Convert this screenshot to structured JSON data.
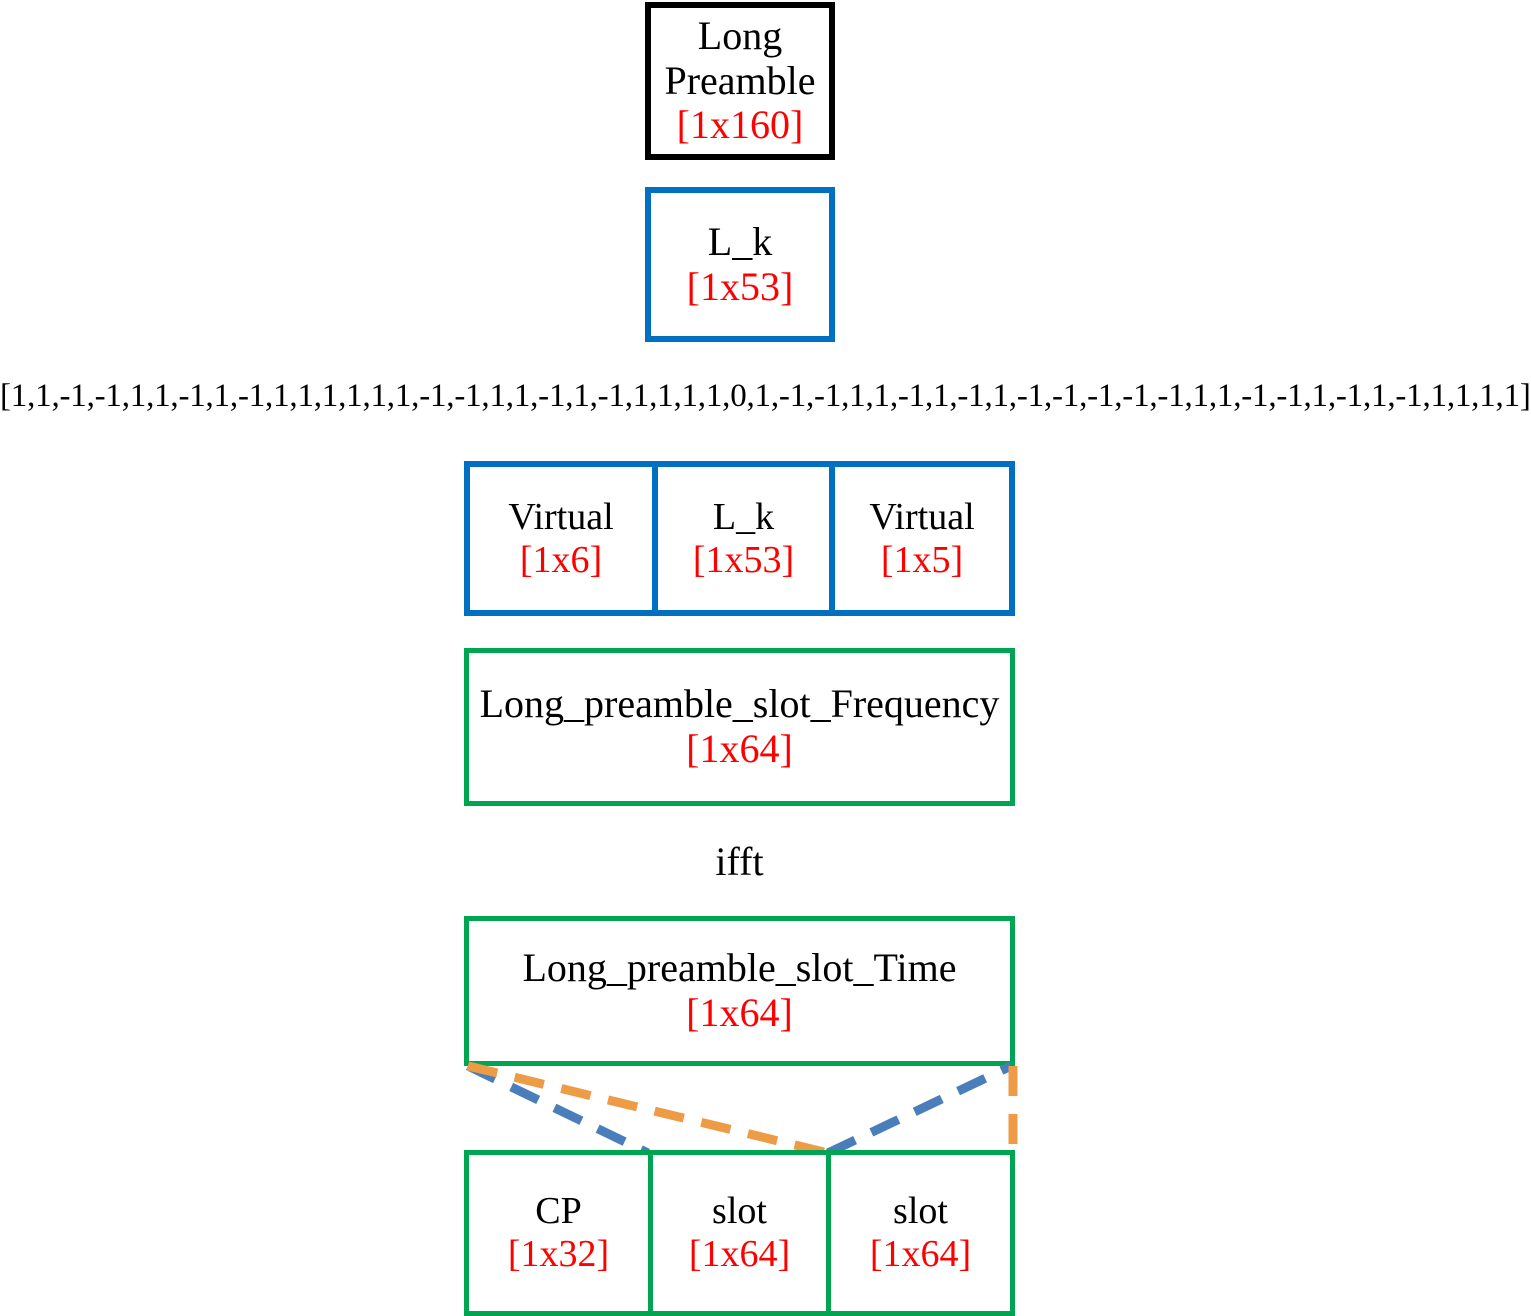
{
  "diagram": {
    "title_sequence": "[1,1,-1,-1,1,1,-1,1,-1,1,1,1,1,1,1,-1,-1,1,1,-1,1,-1,1,1,1,1,0,1,-1,-1,1,1,-1,1,-1,1,-1,-1,-1,-1,-1,1,1,-1,-1,1,-1,1,-1,1,1,1,1]",
    "colors": {
      "black": "#000000",
      "blue": "#0270C0",
      "green": "#00A551",
      "red": "#FF0000",
      "orange": "#ED9B45",
      "dashed_blue": "#4A7EBB"
    },
    "long_preamble": {
      "label": "Long\nPreamble",
      "label_line1": "Long",
      "label_line2": "Preamble",
      "dim": "[1x160]"
    },
    "l_k_box": {
      "label": "L_k",
      "dim": "[1x53]"
    },
    "virtual_row": {
      "cells": [
        {
          "label": "Virtual",
          "dim": "[1x6]"
        },
        {
          "label": "L_k",
          "dim": "[1x53]"
        },
        {
          "label": "Virtual",
          "dim": "[1x5]"
        }
      ]
    },
    "freq_box": {
      "label": "Long_preamble_slot_Frequency",
      "dim": "[1x64]"
    },
    "transform_label": "ifft",
    "time_box": {
      "label": "Long_preamble_slot_Time",
      "dim": "[1x64]"
    },
    "slot_row": {
      "cells": [
        {
          "label": "CP",
          "dim": "[1x32]"
        },
        {
          "label": "slot",
          "dim": "[1x64]"
        },
        {
          "label": "slot",
          "dim": "[1x64]"
        }
      ]
    }
  }
}
